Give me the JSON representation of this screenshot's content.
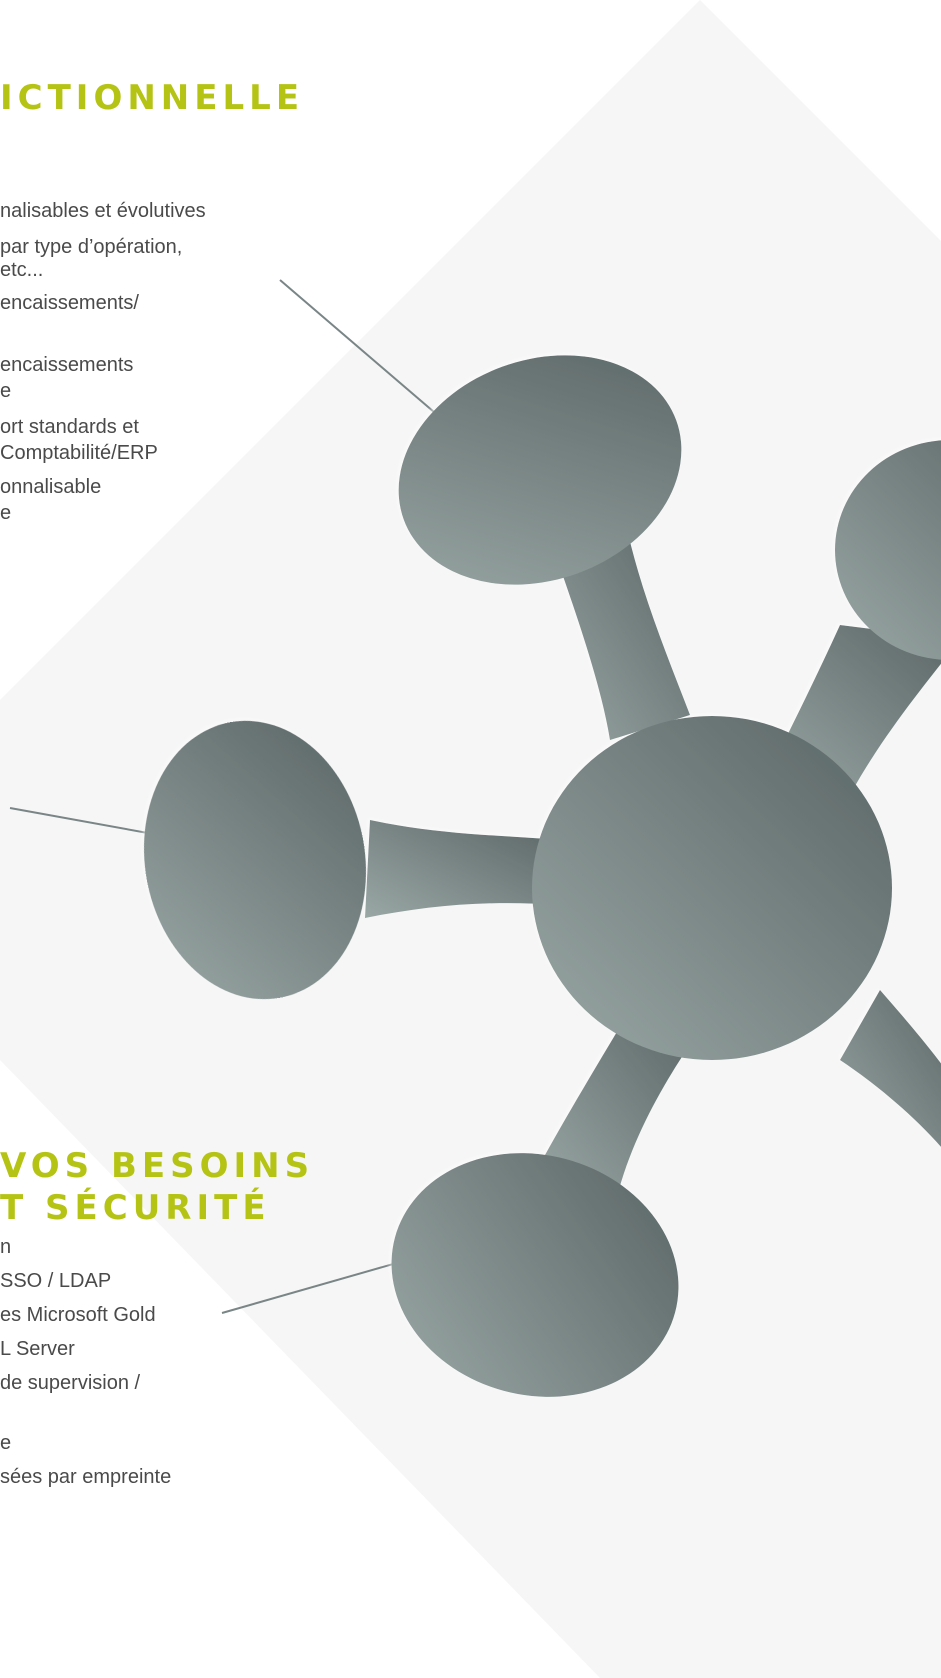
{
  "colors": {
    "heading": "#b5c414",
    "text": "#4a4a4a",
    "diamond": "#f6f6f6",
    "connector": "#7a8585",
    "shape_dark": "#5a6565",
    "shape_light": "#99a7a5"
  },
  "section_top": {
    "heading": "ICTIONNELLE",
    "items": [
      {
        "lines": [
          "nalisables et évolutives"
        ]
      },
      {
        "lines": [
          "par type d’opération,",
          "etc..."
        ]
      },
      {
        "lines": [
          "encaissements/",
          ""
        ]
      },
      {
        "lines": [
          "encaissements",
          "e"
        ]
      },
      {
        "lines": [
          "ort standards et",
          "Comptabilité/ERP"
        ]
      },
      {
        "lines": [
          "onnalisable",
          "e"
        ]
      }
    ]
  },
  "section_bottom": {
    "heading_lines": [
      "VOS BESOINS",
      "T SÉCURITÉ"
    ],
    "items": [
      {
        "lines": [
          "n"
        ]
      },
      {
        "lines": [
          "SSO / LDAP"
        ]
      },
      {
        "lines": [
          "es Microsoft Gold"
        ]
      },
      {
        "lines": [
          "L Server"
        ]
      },
      {
        "lines": [
          "de supervision /",
          ""
        ]
      },
      {
        "lines": [
          "e"
        ]
      },
      {
        "lines": [
          "sées par empreinte"
        ]
      }
    ]
  },
  "illustration": {
    "icon": "molecule-network-icon"
  }
}
